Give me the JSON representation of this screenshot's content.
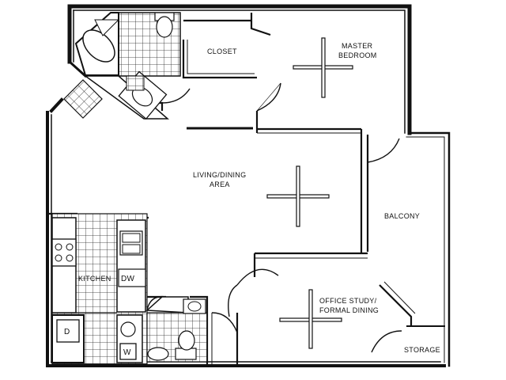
{
  "rooms": {
    "closet": "CLOSET",
    "master_bedroom": [
      "MASTER",
      "BEDROOM"
    ],
    "living_dining": [
      "LIVING/DINING",
      "AREA"
    ],
    "balcony": "BALCONY",
    "kitchen": "KITCHEN",
    "dishwasher": "DW",
    "office_study": [
      "OFFICE STUDY/",
      "FORMAL DINING"
    ],
    "storage": "STORAGE",
    "dryer": "D",
    "washer": "W"
  }
}
